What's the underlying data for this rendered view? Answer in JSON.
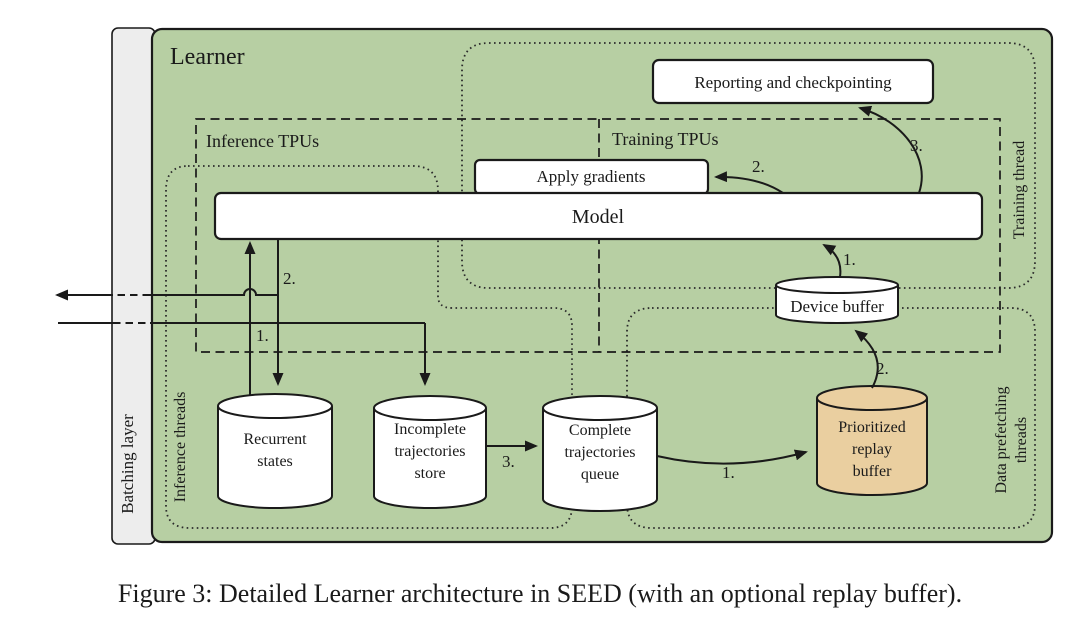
{
  "figure_caption": "Figure 3: Detailed Learner architecture in SEED (with an optional replay buffer).",
  "learner": {
    "title": "Learner",
    "batching_layer": "Batching layer"
  },
  "tpu_groups": {
    "inference": "Inference TPUs",
    "training": "Training TPUs"
  },
  "thread_regions": {
    "inference": "Inference threads",
    "training": "Training thread",
    "data_prefetching": [
      "Data prefetching",
      "threads"
    ]
  },
  "nodes": {
    "reporting": "Reporting and checkpointing",
    "apply_gradients": "Apply gradients",
    "model": "Model",
    "device_buffer": "Device buffer",
    "recurrent_states": [
      "Recurrent",
      "states"
    ],
    "incomplete_trajectories_store": [
      "Incomplete",
      "trajectories",
      "store"
    ],
    "complete_trajectories_queue": [
      "Complete",
      "trajectories",
      "queue"
    ],
    "prioritized_replay_buffer": [
      "Prioritized",
      "replay",
      "buffer"
    ]
  },
  "flow_steps": {
    "observations_to_model": "1.",
    "actions_from_model": "2.",
    "store_to_queue": "3.",
    "queue_to_replay": "1.",
    "replay_to_device_buffer": "2.",
    "device_buffer_to_model": "1.",
    "gradients_to_apply": "2.",
    "model_to_reporting": "3."
  },
  "colors": {
    "learner_green": "#b7cfa3",
    "region_green": "#e0ecd4",
    "replay_tan": "#eacfa0",
    "batching_gray": "#ededed",
    "ink": "#1a1a1a"
  }
}
